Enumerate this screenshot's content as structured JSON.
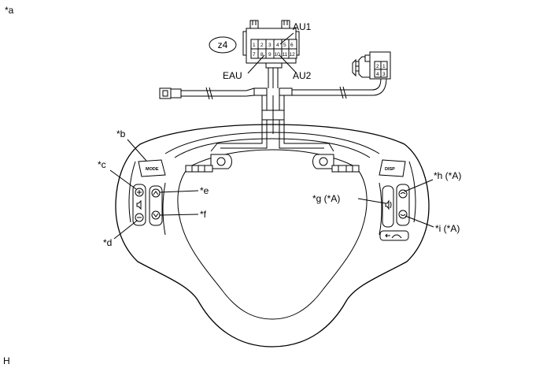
{
  "figure": {
    "corner_label": "*a",
    "footer_label": "H",
    "connector_id": "z4",
    "connector_pins": [
      "1",
      "2",
      "3",
      "4",
      "5",
      "6",
      "7",
      "8",
      "9",
      "10",
      "11",
      "12"
    ],
    "connector_small_pins": [
      "2",
      "1",
      "4",
      "3"
    ],
    "terminals": {
      "au1": "AU1",
      "eau": "EAU",
      "au2": "AU2"
    },
    "buttons": {
      "mode": "MODE",
      "disp": "DISP"
    },
    "callouts": {
      "b": "*b",
      "c": "*c",
      "d": "*d",
      "e": "*e",
      "f": "*f",
      "g": "*g (*A)",
      "h": "*h (*A)",
      "i": "*i (*A)"
    }
  }
}
